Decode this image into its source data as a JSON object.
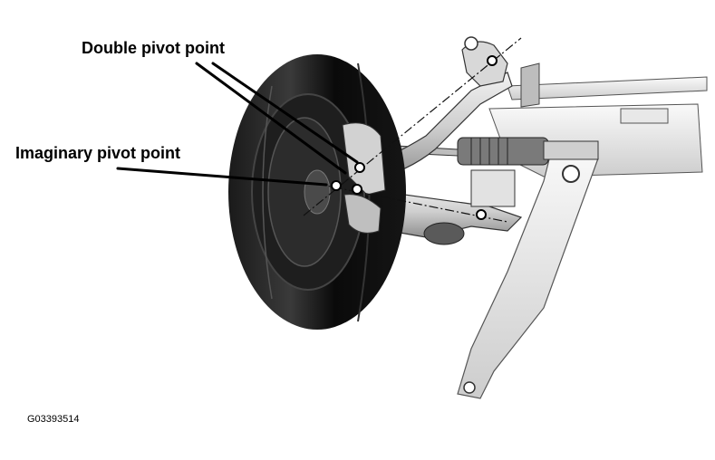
{
  "labels": {
    "double_pivot": "Double pivot point",
    "imaginary_pivot": "Imaginary pivot point"
  },
  "figure_id": "G03393514",
  "colors": {
    "tire": "#0c0c0c",
    "metal": "#d4d4d4",
    "metal_dark": "#9a9a9a",
    "outline": "#2a2a2a",
    "pivot": "#ffffff",
    "leader": "#000000"
  }
}
